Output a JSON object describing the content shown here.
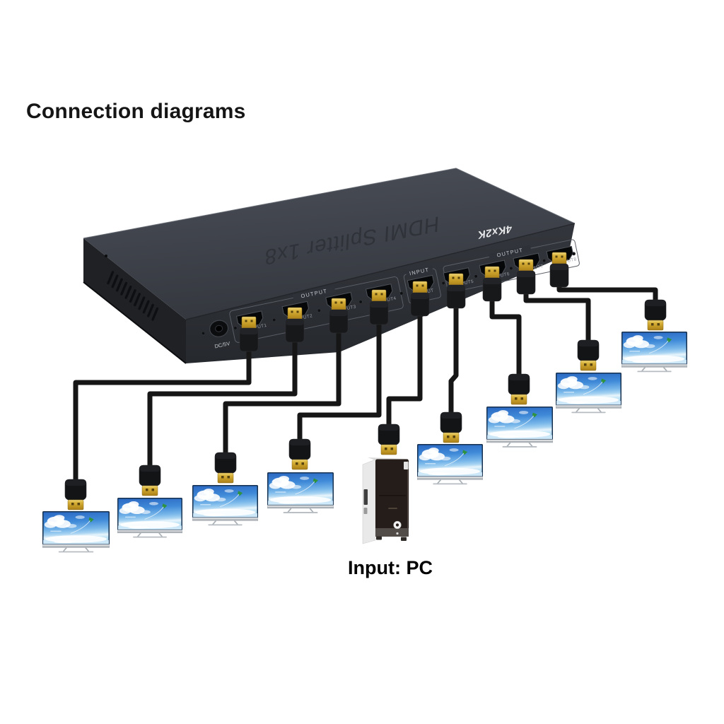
{
  "page": {
    "background": "#ffffff",
    "title": "Connection diagrams",
    "input_caption": "Input: PC"
  },
  "device": {
    "kind": "HDMI splitter 1 in 8 out",
    "top_text": "HDMI Splitter 1x8",
    "badge_text": "4Kx2K",
    "power_label": "DC/5V",
    "left_group_label": "OUTPUT",
    "input_group_label": "INPUT",
    "right_group_label": "OUTPUT",
    "port_labels": [
      "OUTPUT1",
      "OUTPUT2",
      "OUTPUT3",
      "OUTPUT4",
      "INPUT",
      "OUTPUT5",
      "OUTPUT6",
      "OUTPUT7",
      "OUTPUT8"
    ],
    "colors": {
      "chassis_top": "#41454c",
      "chassis_front": "#2a2d32",
      "chassis_side": "#1f2125",
      "connector_gold": "#d8b23a",
      "cable": "#161616"
    }
  },
  "displays": {
    "count": 8,
    "screen_colors": {
      "sky_top": "#2a67c2",
      "sky_mid": "#7ab8ea",
      "horizon": "#e9f5fc"
    }
  },
  "pc": {
    "type": "desktop tower"
  },
  "connections": [
    {
      "from": "OUTPUT1",
      "to": "Display 1"
    },
    {
      "from": "OUTPUT2",
      "to": "Display 2"
    },
    {
      "from": "OUTPUT3",
      "to": "Display 3"
    },
    {
      "from": "OUTPUT4",
      "to": "Display 4"
    },
    {
      "from": "OUTPUT5",
      "to": "Display 5"
    },
    {
      "from": "OUTPUT6",
      "to": "Display 6"
    },
    {
      "from": "OUTPUT7",
      "to": "Display 7"
    },
    {
      "from": "OUTPUT8",
      "to": "Display 8"
    },
    {
      "from": "INPUT",
      "to": "PC"
    }
  ]
}
